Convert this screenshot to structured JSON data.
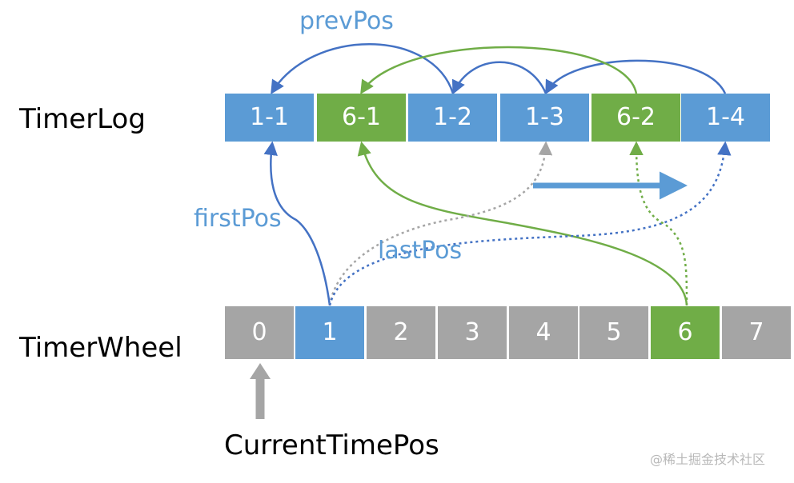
{
  "labels": {
    "timer_log": "TimerLog",
    "timer_wheel": "TimerWheel",
    "current_time_pos": "CurrentTimePos"
  },
  "annotations": {
    "prev_pos": "prevPos",
    "first_pos": "firstPos",
    "last_pos": "lastPos"
  },
  "timer_log": [
    "1-1",
    "6-1",
    "1-2",
    "1-3",
    "6-2",
    "1-4"
  ],
  "timer_wheel": [
    "0",
    "1",
    "2",
    "3",
    "4",
    "5",
    "6",
    "7"
  ],
  "watermark": "@稀土掘金技术社区",
  "colors": {
    "blue_cell": "#5b9bd5",
    "green_cell": "#70ad47",
    "gray_cell": "#a5a5a5",
    "blue_arrow": "#4472c4",
    "green_arrow": "#70ad47",
    "gray_arrow": "#a5a5a5"
  }
}
